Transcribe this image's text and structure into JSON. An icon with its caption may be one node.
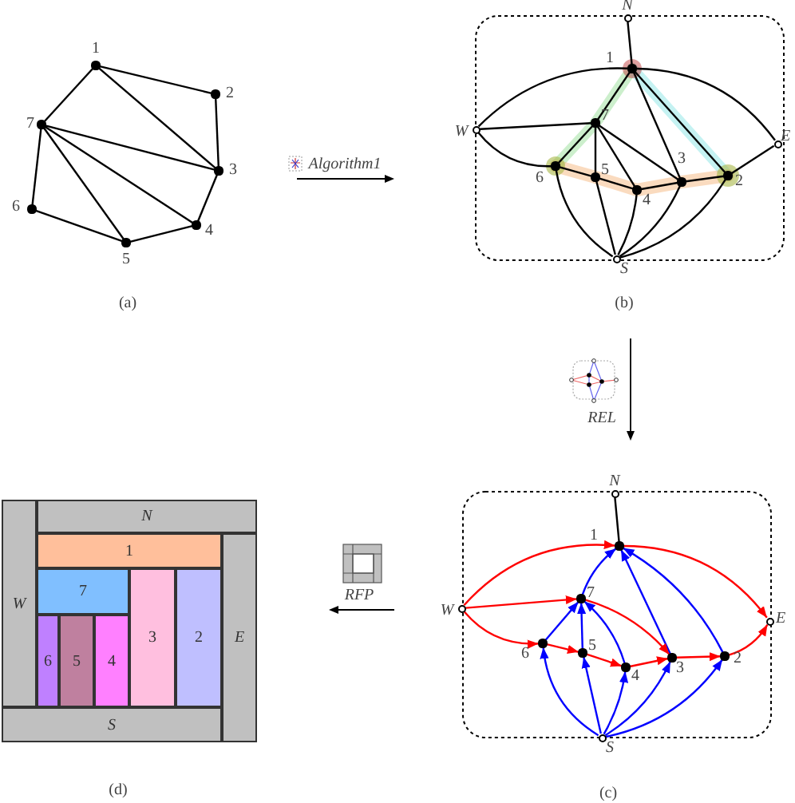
{
  "diagram": {
    "nodes": [
      {
        "text": [],
        "shape": "circle",
        "beside": [
          "1"
        ]
      },
      {
        "text": [],
        "shape": "circle",
        "beside": [
          "2"
        ]
      },
      {
        "text": [],
        "shape": "circle",
        "beside": [
          "3"
        ]
      },
      {
        "text": [],
        "shape": "circle",
        "beside": [
          "4"
        ]
      },
      {
        "text": [],
        "shape": "circle",
        "beside": [
          "5"
        ]
      },
      {
        "text": [],
        "shape": "circle",
        "beside": [
          "6"
        ]
      },
      {
        "text": [],
        "shape": "circle",
        "beside": [
          "7"
        ]
      },
      {
        "text": [],
        "shape": "circle",
        "beside": [
          "N"
        ]
      },
      {
        "text": [],
        "shape": "circle",
        "beside": [
          "1"
        ]
      },
      {
        "text": [],
        "shape": "circle",
        "beside": [
          "W"
        ]
      },
      {
        "text": [],
        "shape": "circle",
        "beside": [
          "7"
        ]
      },
      {
        "text": [],
        "shape": "circle",
        "beside": [
          "E"
        ]
      },
      {
        "text": [],
        "shape": "circle",
        "beside": [
          "6"
        ]
      },
      {
        "text": [],
        "shape": "circle",
        "beside": [
          "5"
        ]
      },
      {
        "text": [],
        "shape": "circle",
        "beside": [
          "4"
        ]
      },
      {
        "text": [],
        "shape": "circle",
        "beside": [
          "3"
        ]
      },
      {
        "text": [],
        "shape": "circle",
        "beside": [
          "2"
        ]
      },
      {
        "text": [],
        "shape": "circle",
        "beside": [
          "S"
        ]
      },
      {
        "text": [],
        "shape": "circle",
        "beside": [
          "N"
        ]
      },
      {
        "text": [],
        "shape": "circle",
        "beside": [
          "1"
        ]
      },
      {
        "text": [],
        "shape": "circle",
        "beside": [
          "W"
        ]
      },
      {
        "text": [],
        "shape": "circle",
        "beside": [
          "7"
        ]
      },
      {
        "text": [],
        "shape": "circle",
        "beside": [
          "E"
        ]
      },
      {
        "text": [],
        "shape": "circle",
        "beside": [
          "6"
        ]
      },
      {
        "text": [],
        "shape": "circle",
        "beside": [
          "5"
        ]
      },
      {
        "text": [],
        "shape": "circle",
        "beside": [
          "4"
        ]
      },
      {
        "text": [],
        "shape": "circle",
        "beside": [
          "3"
        ]
      },
      {
        "text": [],
        "shape": "circle",
        "beside": [
          "2"
        ]
      },
      {
        "text": [],
        "shape": "circle",
        "beside": [
          "S"
        ]
      },
      {
        "text": [
          "N"
        ]
      },
      {
        "text": [
          "1"
        ]
      },
      {
        "text": [
          "W"
        ]
      },
      {
        "text": [
          "E"
        ]
      },
      {
        "text": [
          "7"
        ]
      },
      {
        "text": [
          "3"
        ]
      },
      {
        "text": [
          "2"
        ]
      },
      {
        "text": [
          "6"
        ]
      },
      {
        "text": [
          "5"
        ]
      },
      {
        "text": [
          "4"
        ]
      },
      {
        "text": [
          "S"
        ]
      }
    ],
    "edges": [
      {
        "from": 0,
        "to": 1,
        "arrow": "none"
      },
      {
        "from": 1,
        "to": 2,
        "arrow": "none"
      },
      {
        "from": 2,
        "to": 3,
        "arrow": "none"
      },
      {
        "from": 3,
        "to": 4,
        "arrow": "none"
      },
      {
        "from": 4,
        "to": 5,
        "arrow": "none"
      },
      {
        "from": 5,
        "to": 6,
        "arrow": "none"
      },
      {
        "from": 6,
        "to": 0,
        "arrow": "none"
      },
      {
        "from": 0,
        "to": 2,
        "arrow": "none"
      },
      {
        "from": 6,
        "to": 2,
        "arrow": "none"
      },
      {
        "from": 6,
        "to": 3,
        "arrow": "none"
      },
      {
        "from": 6,
        "to": 4,
        "arrow": "none"
      },
      {
        "from": 7,
        "to": 8,
        "arrow": "none"
      },
      {
        "from": 9,
        "to": 8,
        "arrow": "none"
      },
      {
        "from": 8,
        "to": 11,
        "arrow": "none"
      },
      {
        "from": 9,
        "to": 10,
        "arrow": "none"
      },
      {
        "from": 9,
        "to": 12,
        "arrow": "none"
      },
      {
        "from": 8,
        "to": 10,
        "arrow": "none"
      },
      {
        "from": 8,
        "to": 15,
        "arrow": "none"
      },
      {
        "from": 8,
        "to": 16,
        "arrow": "none"
      },
      {
        "from": 16,
        "to": 11,
        "arrow": "none"
      },
      {
        "from": 10,
        "to": 12,
        "arrow": "none"
      },
      {
        "from": 10,
        "to": 13,
        "arrow": "none"
      },
      {
        "from": 10,
        "to": 14,
        "arrow": "none"
      },
      {
        "from": 10,
        "to": 15,
        "arrow": "none"
      },
      {
        "from": 12,
        "to": 13,
        "arrow": "none"
      },
      {
        "from": 13,
        "to": 14,
        "arrow": "none"
      },
      {
        "from": 14,
        "to": 15,
        "arrow": "none"
      },
      {
        "from": 15,
        "to": 16,
        "arrow": "none"
      },
      {
        "from": 17,
        "to": 12,
        "arrow": "none"
      },
      {
        "from": 17,
        "to": 13,
        "arrow": "none"
      },
      {
        "from": 17,
        "to": 14,
        "arrow": "none"
      },
      {
        "from": 17,
        "to": 15,
        "arrow": "none"
      },
      {
        "from": 17,
        "to": 16,
        "arrow": "none"
      },
      {
        "from": 18,
        "to": 19,
        "arrow": "none"
      },
      {
        "from": 20,
        "to": 19,
        "arrow": "to",
        "color": "#ff0000"
      },
      {
        "from": 19,
        "to": 22,
        "arrow": "to",
        "color": "#ff0000"
      },
      {
        "from": 20,
        "to": 21,
        "arrow": "to",
        "color": "#ff0000"
      },
      {
        "from": 20,
        "to": 23,
        "arrow": "to",
        "color": "#ff0000"
      },
      {
        "from": 21,
        "to": 19,
        "arrow": "to",
        "color": "#0000ff"
      },
      {
        "from": 26,
        "to": 19,
        "arrow": "to",
        "color": "#0000ff"
      },
      {
        "from": 27,
        "to": 19,
        "arrow": "to",
        "color": "#0000ff"
      },
      {
        "from": 27,
        "to": 22,
        "arrow": "to",
        "color": "#ff0000"
      },
      {
        "from": 23,
        "to": 21,
        "arrow": "to",
        "color": "#0000ff"
      },
      {
        "from": 24,
        "to": 21,
        "arrow": "to",
        "color": "#0000ff"
      },
      {
        "from": 25,
        "to": 21,
        "arrow": "to",
        "color": "#0000ff"
      },
      {
        "from": 21,
        "to": 26,
        "arrow": "to",
        "color": "#ff0000"
      },
      {
        "from": 23,
        "to": 24,
        "arrow": "to",
        "color": "#ff0000"
      },
      {
        "from": 24,
        "to": 25,
        "arrow": "to",
        "color": "#ff0000"
      },
      {
        "from": 25,
        "to": 26,
        "arrow": "to",
        "color": "#ff0000"
      },
      {
        "from": 26,
        "to": 27,
        "arrow": "to",
        "color": "#ff0000"
      },
      {
        "from": 28,
        "to": 23,
        "arrow": "to",
        "color": "#0000ff"
      },
      {
        "from": 28,
        "to": 24,
        "arrow": "to",
        "color": "#0000ff"
      },
      {
        "from": 28,
        "to": 25,
        "arrow": "to",
        "color": "#0000ff"
      },
      {
        "from": 28,
        "to": 26,
        "arrow": "to",
        "color": "#0000ff"
      },
      {
        "from": 28,
        "to": 27,
        "arrow": "to",
        "color": "#0000ff"
      }
    ],
    "labels": [
      "Algorithm1",
      "(a)",
      "(b)",
      "REL",
      "RFP",
      "(d)",
      "(c)"
    ]
  }
}
